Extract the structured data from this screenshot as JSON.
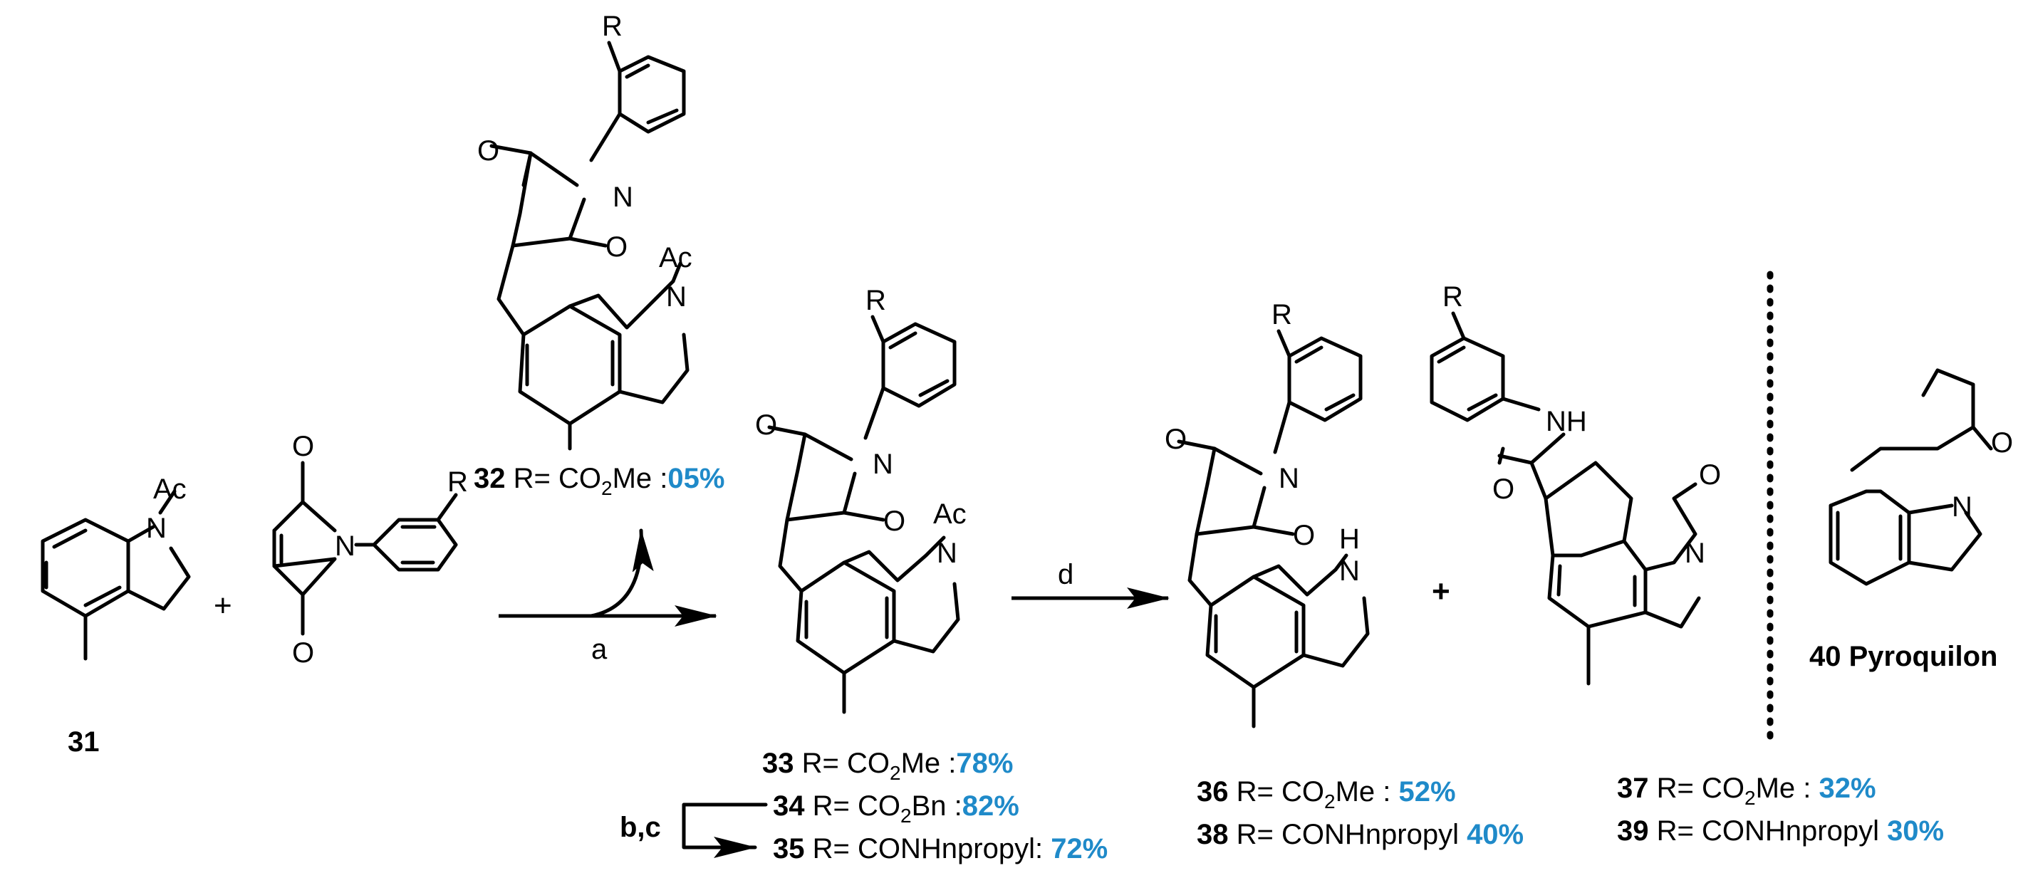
{
  "colors": {
    "yield": "#1f8ac9",
    "ink": "#000000"
  },
  "atoms": {
    "R": "R",
    "N": "N",
    "O": "O",
    "Ac": "Ac",
    "H": "H",
    "NH": "NH"
  },
  "plus": "+",
  "reagents": {
    "a": "a",
    "d": "d",
    "bc": "b,c"
  },
  "compounds": {
    "c31": "31",
    "c32": {
      "num": "32",
      "r": "R= CO",
      "sub": "2",
      "rest": "Me :",
      "yield": "05%"
    },
    "c33": {
      "num": "33",
      "r": "R= CO",
      "sub": "2",
      "rest": "Me :",
      "yield": "78%"
    },
    "c34": {
      "num": "34",
      "r": "R= CO",
      "sub": "2",
      "rest": "Bn :",
      "yield": "82%"
    },
    "c35": {
      "num": "35",
      "r": "R= CONHnpropyl: ",
      "yield": "72%"
    },
    "c36": {
      "num": "36",
      "r": "R= CO",
      "sub": "2",
      "rest": "Me : ",
      "yield": "52%"
    },
    "c38": {
      "num": "38",
      "r": "R= CONHnpropyl ",
      "yield": "40%"
    },
    "c37": {
      "num": "37",
      "r": "R= CO",
      "sub": "2",
      "rest": "Me : ",
      "yield": "32%"
    },
    "c39": {
      "num": "39",
      "r": "R= CONHnpropyl ",
      "yield": "30%"
    },
    "c40": "40 Pyroquilon"
  }
}
